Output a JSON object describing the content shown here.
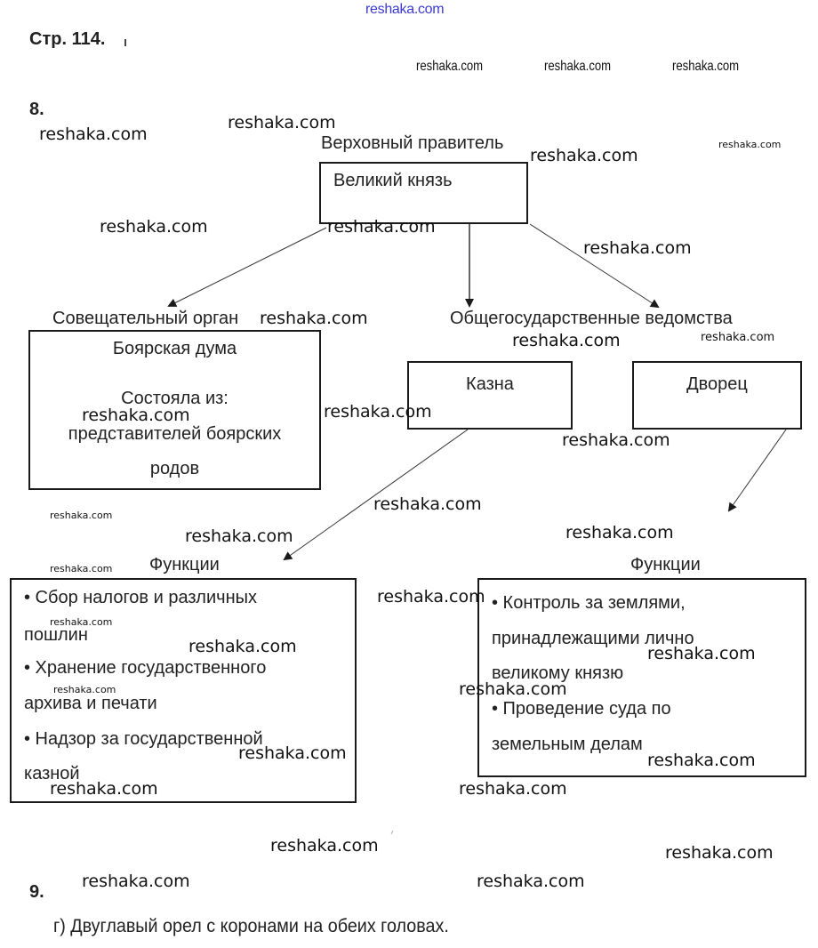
{
  "watermark_top": "reshaka.com",
  "page_header": "Стр. 114.",
  "header_watermarks": [
    "reshaka.com",
    "reshaka.com",
    "reshaka.com"
  ],
  "task8": {
    "number": "8.",
    "ruler_label": "Верховный правитель",
    "ruler_box": "Великий князь",
    "advisory_label": "Совещательный орган",
    "advisory_box": {
      "title": "Боярская дума",
      "line1": "Состояла из:",
      "line2": "представителей боярских",
      "line3": "родов"
    },
    "departments_label": "Общегосударственные ведомства",
    "treasury_box": "Казна",
    "palace_box": "Дворец",
    "treasury_functions": {
      "label": "Функции",
      "lines": [
        "• Сбор налогов и различных",
        "пошлин",
        "• Хранение государственного",
        "архива и печати",
        "• Надзор за государственной",
        "казной"
      ]
    },
    "palace_functions": {
      "label": "Функции",
      "lines": [
        "• Контроль за землями,",
        "принадлежащими лично",
        "великому князю",
        "• Проведение суда по",
        "земельным делам"
      ]
    }
  },
  "task9": {
    "number": "9.",
    "answer": "г) Двуглавый орел с коронами на обеих головах."
  },
  "watermark_text": "reshaka.com"
}
